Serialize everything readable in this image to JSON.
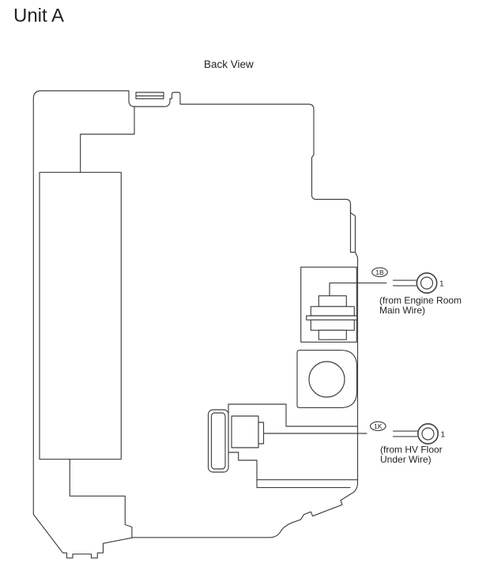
{
  "page": {
    "title": "Unit A",
    "view_label": "Back View"
  },
  "colors": {
    "line": "#3f3f3f",
    "text": "#232323",
    "background": "#ffffff"
  },
  "callouts": {
    "b1": {
      "code": "1B",
      "terminal_number": "1",
      "source_line1": "(from Engine Room",
      "source_line2": "Main Wire)"
    },
    "k1": {
      "code": "1K",
      "terminal_number": "1",
      "source_line1": "(from HV Floor",
      "source_line2": "Under Wire)"
    }
  }
}
